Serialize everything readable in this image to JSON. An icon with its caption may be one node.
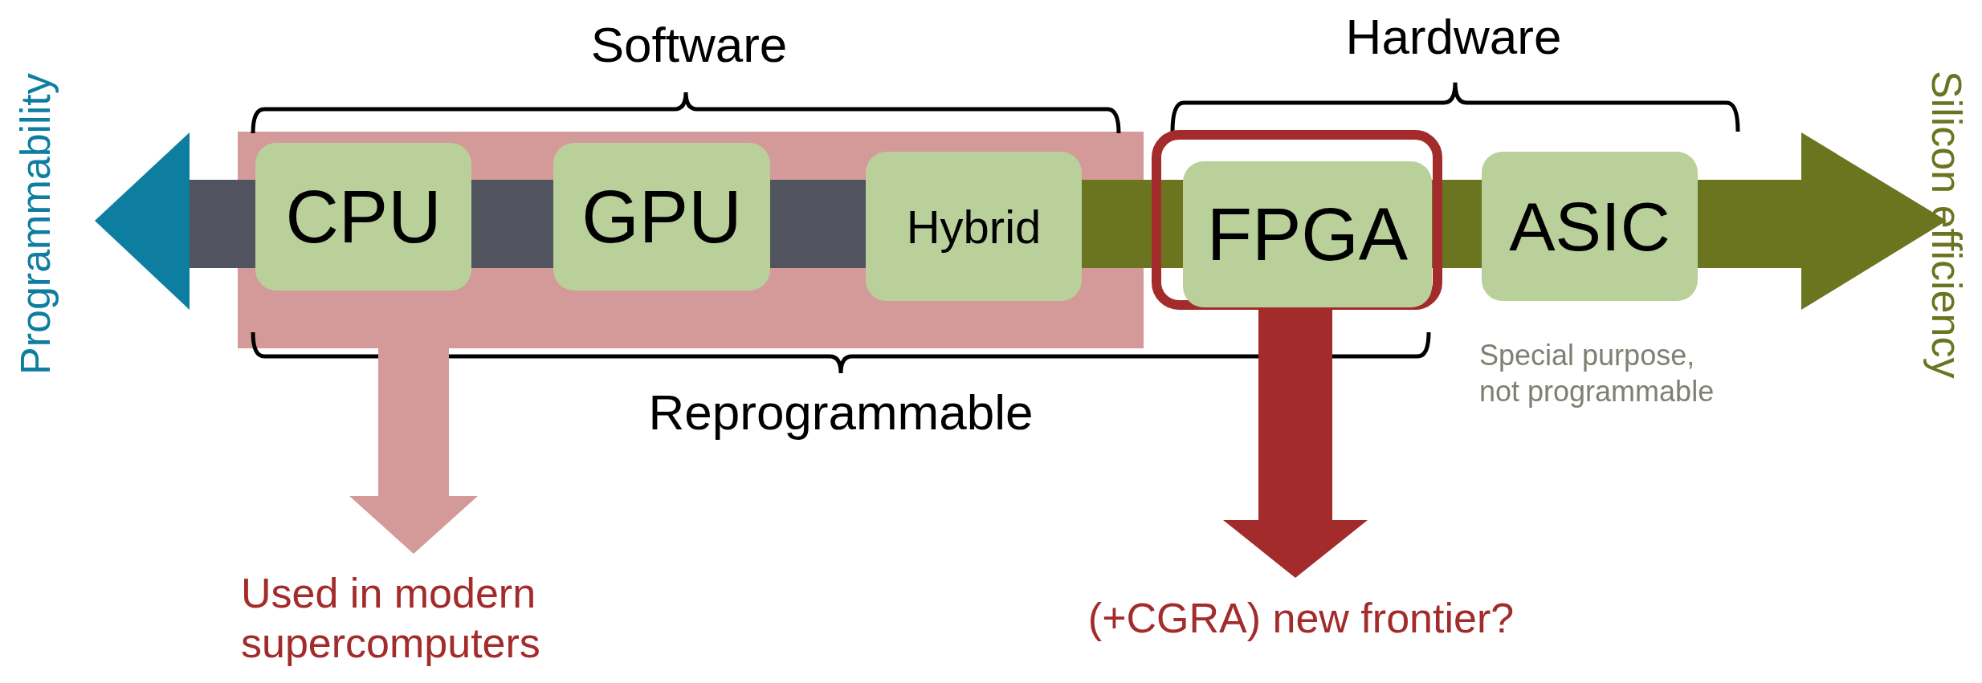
{
  "diagram": {
    "nodes": [
      {
        "text": [],
        "shape": "box"
      },
      {
        "text": [
          "CPU"
        ],
        "in": 0
      },
      {
        "text": [
          "GPU"
        ],
        "in": 0
      },
      {
        "text": [
          "Hybrid"
        ],
        "in": 0
      },
      {
        "text": [],
        "shape": "box"
      },
      {
        "text": [
          "FPGA"
        ],
        "in": 4
      },
      {
        "text": [
          "ASIC"
        ]
      },
      {
        "text": [
          "Used in modern supercomputers"
        ]
      },
      {
        "text": [
          "(+CGRA) new frontier?"
        ]
      }
    ],
    "edges": [
      {
        "from": 0,
        "to": 7,
        "arrow": "to",
        "color": "#d49a99"
      },
      {
        "from": 4,
        "to": 8,
        "arrow": "to",
        "color": "#a32b2b"
      }
    ],
    "labels": [
      "Programmability",
      "Software",
      "Hardware",
      "Silicon efficiency",
      "Reprogrammable",
      "Special purpose, not programmable"
    ]
  }
}
